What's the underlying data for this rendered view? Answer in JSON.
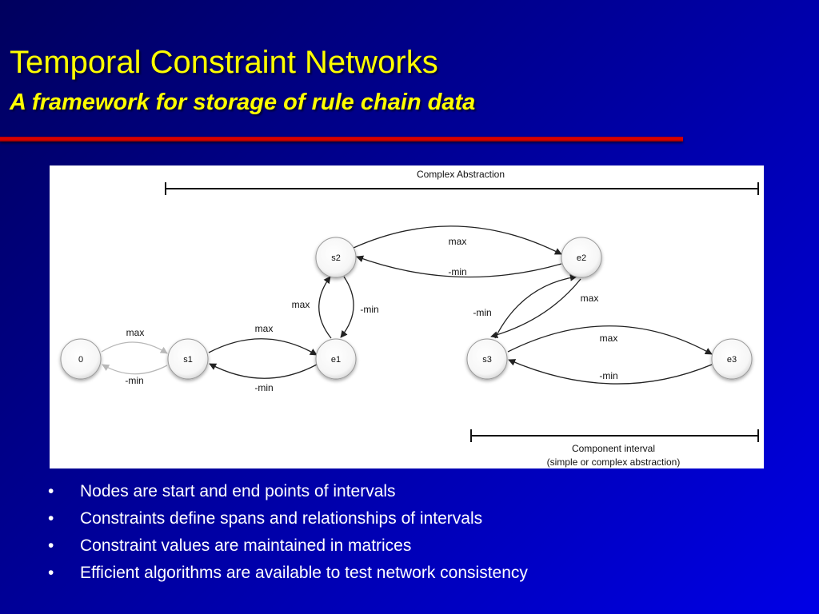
{
  "slide": {
    "title": "Temporal Constraint Networks",
    "subtitle": "A framework for storage of rule chain data"
  },
  "diagram": {
    "top_bracket_label": "Complex Abstraction",
    "bottom_bracket_label_line1": "Component interval",
    "bottom_bracket_label_line2": "(simple or complex abstraction)",
    "nodes": {
      "n0": "0",
      "s1": "s1",
      "e1": "e1",
      "s2": "s2",
      "e2": "e2",
      "s3": "s3",
      "e3": "e3"
    },
    "edge_labels": {
      "n0_s1_max": "max",
      "n0_s1_min": "-min",
      "s1_e1_max": "max",
      "s1_e1_min": "-min",
      "e1_s2_max": "max",
      "e1_s2_min": "-min",
      "s2_e2_max": "max",
      "s2_e2_min": "-min",
      "s3_e2_min": "-min",
      "s3_e2_max": "max",
      "s3_e3_max": "max",
      "s3_e3_min": "-min"
    }
  },
  "bullets": {
    "marker": "•",
    "items": [
      "Nodes are start and end points of intervals",
      "Constraints define spans and relationships of intervals",
      "Constraint values are maintained in matrices",
      "Efficient algorithms are available to test network consistency"
    ]
  }
}
